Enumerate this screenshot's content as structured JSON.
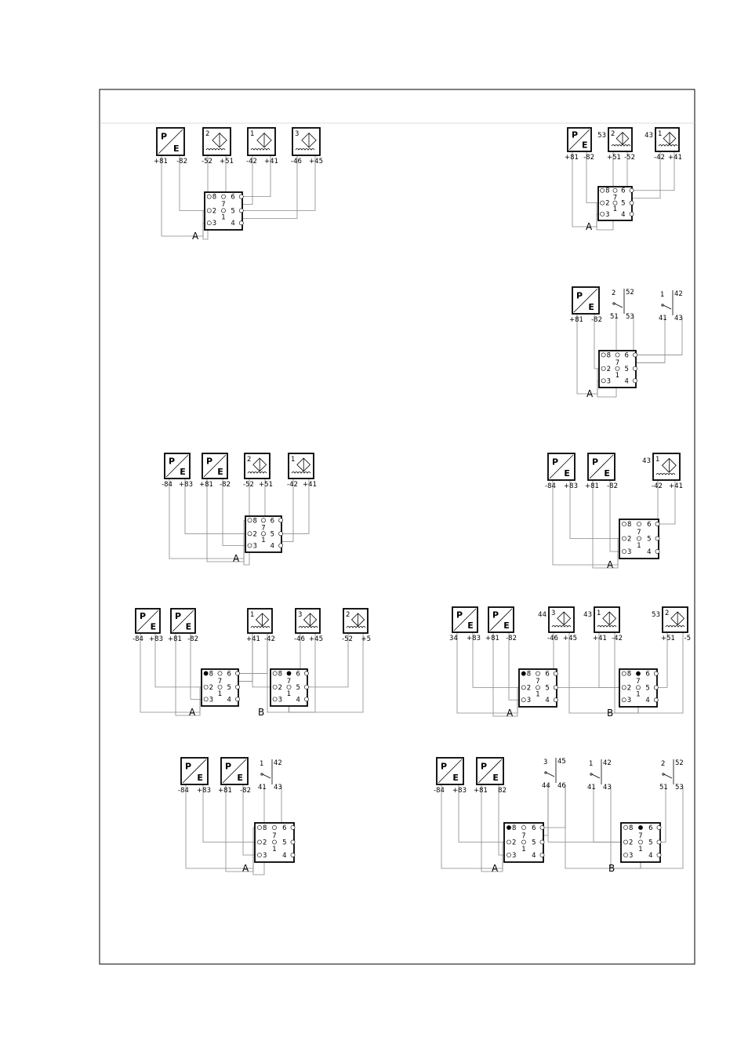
{
  "frame": {
    "border_color": "#000000"
  },
  "diagrams": [
    {
      "connector_label": "A",
      "modules": [
        {
          "kind": "pe",
          "p": "P",
          "e": "E",
          "terms": [
            "+81",
            "-82"
          ]
        },
        {
          "kind": "sensor",
          "num": "2",
          "terms": [
            "-52",
            "+51"
          ]
        },
        {
          "kind": "sensor",
          "num": "1",
          "terms": [
            "-42",
            "+41"
          ]
        },
        {
          "kind": "sensor",
          "num": "3",
          "terms": [
            "-46",
            "+45"
          ]
        }
      ]
    },
    {
      "connector_label": "A",
      "modules": [
        {
          "kind": "pe",
          "p": "P",
          "e": "E",
          "terms": [
            "+81",
            "-82"
          ]
        },
        {
          "kind": "sensor",
          "num": "2",
          "tag": "53",
          "terms": [
            "+51",
            "-52"
          ]
        },
        {
          "kind": "sensor",
          "num": "1",
          "tag": "43",
          "terms": [
            "-42",
            "+41"
          ]
        }
      ]
    },
    {
      "connector_label": "A",
      "modules": [
        {
          "kind": "pe",
          "p": "P",
          "e": "E",
          "terms": [
            "+81",
            "-82"
          ]
        },
        {
          "kind": "switch",
          "num": "2",
          "terms": [
            "52",
            "51",
            "53"
          ]
        },
        {
          "kind": "switch",
          "num": "1",
          "terms": [
            "42",
            "41",
            "43"
          ]
        }
      ]
    },
    {
      "connector_label": "A",
      "modules": [
        {
          "kind": "pe",
          "p": "P",
          "e": "E",
          "terms": [
            "-84",
            "+83"
          ]
        },
        {
          "kind": "pe",
          "p": "P",
          "e": "E",
          "terms": [
            "+81",
            "-82"
          ]
        },
        {
          "kind": "sensor",
          "num": "2",
          "terms": [
            "-52",
            "+51"
          ]
        },
        {
          "kind": "sensor",
          "num": "1",
          "terms": [
            "-42",
            "+41"
          ]
        }
      ]
    },
    {
      "connector_label": "A",
      "modules": [
        {
          "kind": "pe",
          "p": "P",
          "e": "E",
          "terms": [
            "-84",
            "+83"
          ]
        },
        {
          "kind": "pe",
          "p": "P",
          "e": "E",
          "terms": [
            "+81",
            "-82"
          ]
        },
        {
          "kind": "sensor",
          "num": "1",
          "tag": "43",
          "terms": [
            "-42",
            "+41"
          ]
        }
      ]
    },
    {
      "connector_labels": [
        "A",
        "B"
      ],
      "modules": [
        {
          "kind": "pe",
          "p": "P",
          "e": "E",
          "terms": [
            "-84",
            "+83"
          ]
        },
        {
          "kind": "pe",
          "p": "P",
          "e": "E",
          "terms": [
            "+81",
            "-82"
          ]
        },
        {
          "kind": "sensor",
          "num": "1",
          "terms": [
            "+41",
            "-42"
          ]
        },
        {
          "kind": "sensor",
          "num": "3",
          "terms": [
            "-46",
            "+45"
          ]
        },
        {
          "kind": "sensor",
          "num": "2",
          "terms": [
            "-52",
            "+5"
          ]
        }
      ]
    },
    {
      "connector_labels": [
        "A",
        "B"
      ],
      "modules": [
        {
          "kind": "pe",
          "p": "P",
          "e": "E",
          "terms": [
            "34",
            "+83"
          ]
        },
        {
          "kind": "pe",
          "p": "P",
          "e": "E",
          "terms": [
            "+81",
            "-82"
          ]
        },
        {
          "kind": "sensor",
          "num": "3",
          "tag": "44",
          "terms": [
            "-46",
            "+45"
          ]
        },
        {
          "kind": "sensor",
          "num": "1",
          "tag": "43",
          "terms": [
            "+41",
            "-42"
          ]
        },
        {
          "kind": "sensor",
          "num": "2",
          "tag": "53",
          "terms": [
            "+51",
            "-5"
          ]
        }
      ]
    },
    {
      "connector_label": "A",
      "modules": [
        {
          "kind": "pe",
          "p": "P",
          "e": "E",
          "terms": [
            "-84",
            "+83"
          ]
        },
        {
          "kind": "pe",
          "p": "P",
          "e": "E",
          "terms": [
            "+81",
            "-82"
          ]
        },
        {
          "kind": "switch",
          "num": "1",
          "terms": [
            "42",
            "41",
            "43"
          ]
        }
      ]
    },
    {
      "connector_labels": [
        "A",
        "B"
      ],
      "modules": [
        {
          "kind": "pe",
          "p": "P",
          "e": "E",
          "terms": [
            "-84",
            "+83"
          ]
        },
        {
          "kind": "pe",
          "p": "P",
          "e": "E",
          "terms": [
            "+81",
            "82"
          ]
        },
        {
          "kind": "switch",
          "num": "3",
          "terms": [
            "45",
            "44",
            "46"
          ]
        },
        {
          "kind": "switch",
          "num": "1",
          "terms": [
            "42",
            "41",
            "43"
          ]
        },
        {
          "kind": "switch",
          "num": "2",
          "terms": [
            "52",
            "51",
            "53"
          ]
        }
      ]
    }
  ],
  "connector_pins": [
    "8",
    "6",
    "7",
    "2",
    "5",
    "1",
    "3",
    "4"
  ]
}
